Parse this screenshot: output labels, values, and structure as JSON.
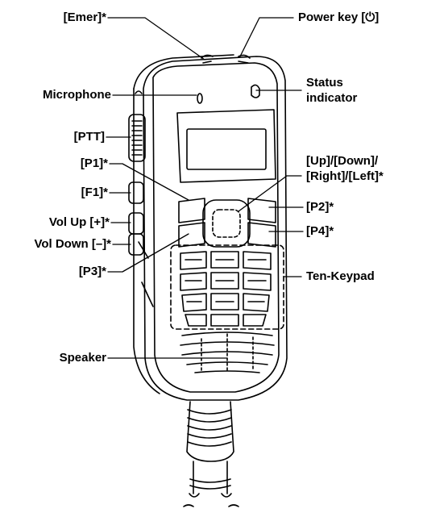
{
  "callouts": {
    "emer": "[Emer]*",
    "power_key": "Power key [⏻]",
    "microphone": "Microphone",
    "status_indicator_line1": "Status",
    "status_indicator_line2": "indicator",
    "ptt": "[PTT]",
    "p1": "[P1]*",
    "nav_keys_line1": "[Up]/[Down]/",
    "nav_keys_line2": "[Right]/[Left]*",
    "f1": "[F1]*",
    "p2": "[P2]*",
    "vol_up": "Vol Up [+]*",
    "p4": "[P4]*",
    "vol_down": "Vol Down [–]*",
    "p3": "[P3]*",
    "ten_keypad": "Ten-Keypad",
    "speaker": "Speaker"
  },
  "colors": {
    "line": "#000000",
    "body_fill": "#ffffff",
    "display_fill": "#ffffff"
  }
}
